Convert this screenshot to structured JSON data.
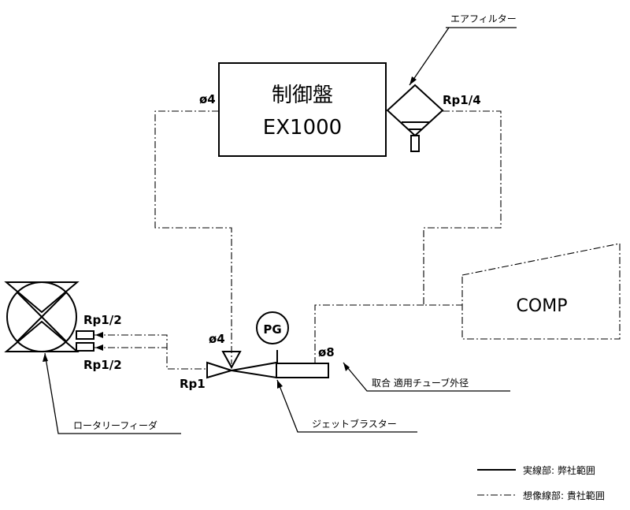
{
  "control_panel": {
    "title": "制御盤",
    "model": "EX1000"
  },
  "air_filter": {
    "label": "エアフィルター",
    "port": "Rp1/4"
  },
  "compressor": {
    "label": "COMP"
  },
  "pressure_gauge": {
    "label": "PG"
  },
  "rotary_feeder": {
    "label": "ロータリーフィーダ",
    "port_top": "Rp1/2",
    "port_bottom": "Rp1/2"
  },
  "jet_blaster": {
    "label": "ジェットブラスター",
    "inlet_port": "Rp1",
    "hose_top": "ø4",
    "outlet": "ø8"
  },
  "panel_port": "ø4",
  "tube_note": "取合  適用チューブ外径",
  "legend": {
    "solid": "実線部: 弊社範囲",
    "dashed": "想像線部: 貴社範囲"
  }
}
